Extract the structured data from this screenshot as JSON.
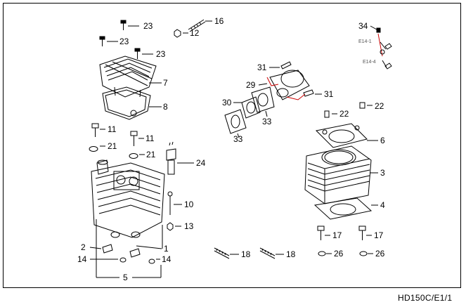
{
  "diagram": {
    "code": "HD150C/E1/1",
    "callouts": {
      "p1": "1",
      "p2": "2",
      "p3": "3",
      "p4": "4",
      "p5": "5",
      "p6": "6",
      "p7": "7",
      "p8": "8",
      "p10": "10",
      "p11a": "11",
      "p11b": "11",
      "p12": "12",
      "p13": "13",
      "p14a": "14",
      "p14b": "14",
      "p16": "16",
      "p17a": "17",
      "p17b": "17",
      "p18a": "18",
      "p18b": "18",
      "p21a": "21",
      "p21b": "21",
      "p22a": "22",
      "p22b": "22",
      "p23a": "23",
      "p23b": "23",
      "p23c": "23",
      "p24": "24",
      "p26a": "26",
      "p26b": "26",
      "p29": "29",
      "p30": "30",
      "p31a": "31",
      "p31b": "31",
      "p33a": "33",
      "p33b": "33",
      "p34": "34"
    },
    "refs": {
      "r1": "E14-1",
      "r2": "E14-4"
    },
    "colors": {
      "line": "#000000",
      "accent": "#cc0000",
      "ref_text": "#555555"
    }
  }
}
